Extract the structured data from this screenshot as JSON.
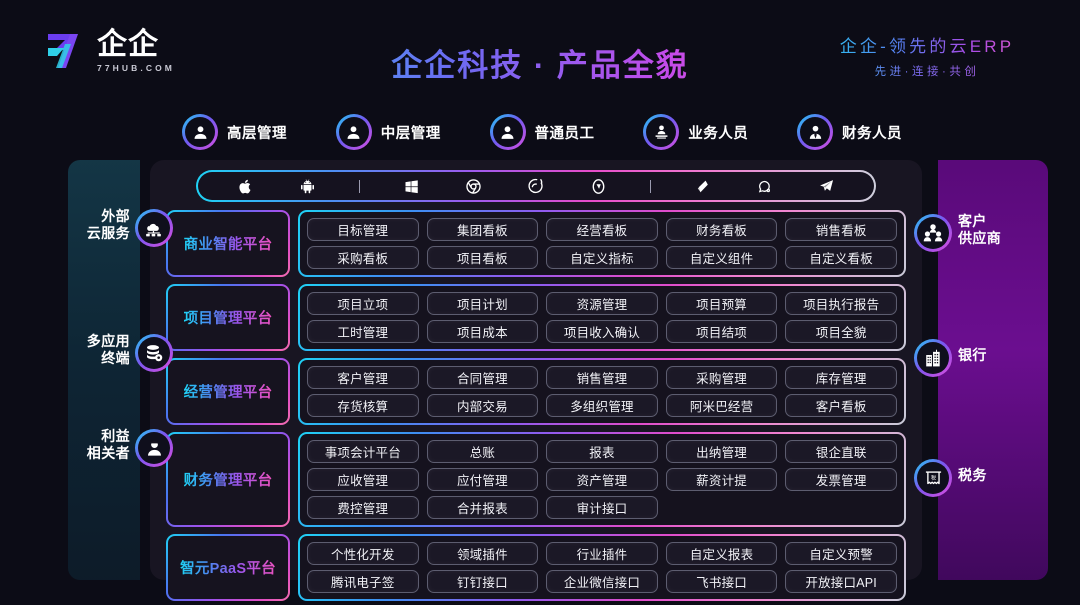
{
  "header": {
    "logo_word": "企企",
    "logo_sub": "77HUB.COM",
    "title": "企企科技 · 产品全貌",
    "slogan_main": "企企-领先的云ERP",
    "slogan_sub": "先进·连接·共创"
  },
  "roles": [
    {
      "label": "高层管理",
      "icon": "user-icon"
    },
    {
      "label": "中层管理",
      "icon": "user-icon"
    },
    {
      "label": "普通员工",
      "icon": "user-icon"
    },
    {
      "label": "业务人员",
      "icon": "user-laptop-icon"
    },
    {
      "label": "财务人员",
      "icon": "user-tie-icon"
    }
  ],
  "device_bar": {
    "icons": [
      "apple-icon",
      "android-icon",
      "divider",
      "windows-icon",
      "chrome-icon",
      "firefox-icon",
      "safari-icon",
      "divider",
      "wecom-icon",
      "qq-icon",
      "telegram-icon"
    ]
  },
  "left_side": [
    {
      "label": "外部\n云服务",
      "line1": "外部",
      "line2": "云服务",
      "icon": "cloud-network-icon"
    },
    {
      "label": "多应用\n终端",
      "line1": "多应用",
      "line2": "终端",
      "icon": "database-gear-icon"
    },
    {
      "label": "利益\n相关者",
      "line1": "利益",
      "line2": "相关者",
      "icon": "stakeholder-icon"
    }
  ],
  "right_side": [
    {
      "line1": "客户",
      "line2": "供应商",
      "icon": "customers-icon"
    },
    {
      "line1": "银行",
      "line2": "",
      "icon": "bank-icon"
    },
    {
      "line1": "税务",
      "line2": "",
      "icon": "tax-receipt-icon"
    }
  ],
  "platforms": [
    {
      "name": "商业智能平台",
      "rows": [
        [
          "目标管理",
          "集团看板",
          "经营看板",
          "财务看板",
          "销售看板"
        ],
        [
          "采购看板",
          "项目看板",
          "自定义指标",
          "自定义组件",
          "自定义看板"
        ]
      ]
    },
    {
      "name": "项目管理平台",
      "rows": [
        [
          "项目立项",
          "项目计划",
          "资源管理",
          "项目预算",
          "项目执行报告"
        ],
        [
          "工时管理",
          "项目成本",
          "项目收入确认",
          "项目结项",
          "项目全貌"
        ]
      ]
    },
    {
      "name": "经营管理平台",
      "rows": [
        [
          "客户管理",
          "合同管理",
          "销售管理",
          "采购管理",
          "库存管理"
        ],
        [
          "存货核算",
          "内部交易",
          "多组织管理",
          "阿米巴经营",
          "客户看板"
        ]
      ]
    },
    {
      "name": "财务管理平台",
      "rows": [
        [
          "事项会计平台",
          "总账",
          "报表",
          "出纳管理",
          "银企直联"
        ],
        [
          "应收管理",
          "应付管理",
          "资产管理",
          "薪资计提",
          "发票管理"
        ],
        [
          "费控管理",
          "合并报表",
          "审计接口",
          "",
          ""
        ]
      ]
    },
    {
      "name": "智元PaaS平台",
      "rows": [
        [
          "个性化开发",
          "领域插件",
          "行业插件",
          "自定义报表",
          "自定义预警"
        ],
        [
          "腾讯电子签",
          "钉钉接口",
          "企业微信接口",
          "飞书接口",
          "开放接口API"
        ]
      ]
    }
  ],
  "colors": {
    "accent_cyan": "#1fd2f5",
    "accent_purple": "#8f5bef",
    "accent_pink": "#ec52c0",
    "background": "#0c0c16",
    "stage_bg": "#181522"
  }
}
